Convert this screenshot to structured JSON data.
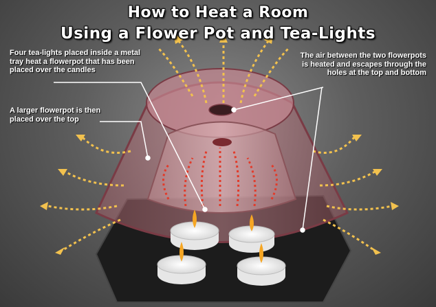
{
  "title_line1": "How to Heat a Room",
  "title_line2": "Using a Flower Pot and Tea-Lights",
  "annotations": {
    "tealights_tray": "Four tea-lights placed inside a metal tray heat a flowerpot that has been placed over the candles",
    "larger_pot": "A larger flowerpot is then placed over the top",
    "air_between": "The air between the two flowerpots is heated and escapes through the holes at the top and bottom"
  },
  "colors": {
    "background": "#5e5e5e",
    "pot": "#b8737c",
    "tray": "#1c1c1c",
    "arrow": "#f2c14e",
    "heat": "#e23b2a"
  }
}
